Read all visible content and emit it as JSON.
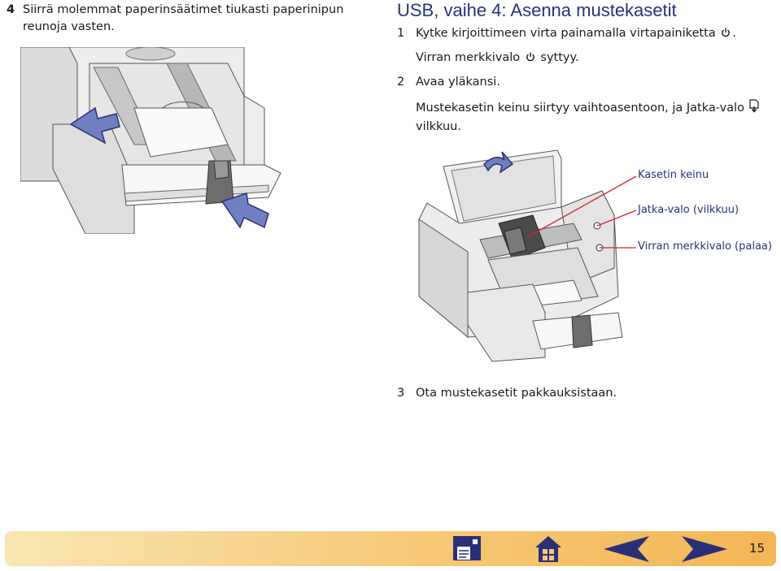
{
  "left_step": {
    "number": "4",
    "text": "Siirrä molemmat paperinsäätimet tiukasti paperinipun reunoja vasten."
  },
  "section": {
    "title": "USB, vaihe 4: Asenna mustekasetit",
    "step1_number": "1",
    "step1_text": "Kytke kirjoittimeen virta painamalla virtapainiketta",
    "step1_sub_before": "Virran merkkivalo",
    "step1_sub_after": "syttyy.",
    "step2_number": "2",
    "step2_text": "Avaa yläkansi.",
    "step2_sub": "Mustekasetin keinu siirtyy vaihtoasentoon, ja Jatka-valo",
    "step2_sub_end": "vilkkuu.",
    "step3_number": "3",
    "step3_text": "Ota mustekasetit pakkauksistaan."
  },
  "callouts": {
    "carriage": "Kasetin keinu",
    "resume_light": "Jatka-valo (vilkkuu)",
    "power_light": "Virran merkkivalo (palaa)"
  },
  "footer": {
    "page_number": "15"
  },
  "colors": {
    "title": "#26337a",
    "arrow_fill": "#6f7fc0",
    "callout_line": "#d4202a",
    "footer_start": "#f9e6b3",
    "footer_end": "#f3b555",
    "nav_icons": "#2a2f78"
  },
  "icons": {
    "power": "power-icon",
    "resume": "resume-icon",
    "nav": [
      "print-index-icon",
      "home-icon",
      "previous-page-icon",
      "next-page-icon"
    ]
  }
}
